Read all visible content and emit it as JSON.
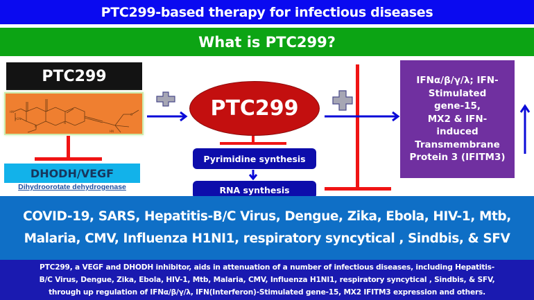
{
  "header": {
    "title": "PTC299-based therapy for infectious diseases",
    "subtitle": "What is PTC299?"
  },
  "colors": {
    "title_bg": "#0a0af0",
    "subtitle_bg": "#0ca414",
    "drug_label_bg": "#131313",
    "structure_bg": "#ef7f30",
    "inhibition_red": "#f01414",
    "target_bg": "#12b2ea",
    "ellipse_bg": "#c30f0f",
    "pathway_box_bg": "#0d0dab",
    "arrow_blue": "#0a0ad8",
    "ifn_box_bg": "#7030a0",
    "diseases_bg": "#0f6fc6",
    "summary_bg": "#1a1ab0",
    "plus_fill": "#a6a6b4"
  },
  "diagram": {
    "drug_label": "PTC299",
    "structure_icon": "chemical-structure-icon",
    "target_label": "DHODH/VEGF",
    "target_full_name": "Dihydroorotate dehydrogenase",
    "central_node": "PTC299",
    "plus_icon": "plus-icon",
    "pathway": [
      {
        "label": "Pyrimidine synthesis"
      },
      {
        "label": "RNA synthesis"
      }
    ],
    "outcome_lines": [
      "IFNα/β/γ/λ; IFN-",
      "Stimulated",
      "gene-15,",
      "MX2 & IFN-",
      "induced",
      "Transmembrane",
      "Protein 3 (IFITM3)"
    ],
    "outcome_trend_icon": "up-arrow-icon"
  },
  "diseases": {
    "lines": [
      "COVID-19, SARS, Hepatitis-B/C Virus, Dengue, Zika, Ebola, HIV-1, Mtb,",
      "Malaria, CMV, Influenza H1NI1,  respiratory syncytical , Sindbis, & SFV"
    ]
  },
  "summary": {
    "lines": [
      "PTC299, a VEGF and DHODH inhibitor, aids in attenuation of a number of infectious diseases, including Hepatitis-",
      "B/C Virus, Dengue, Zika, Ebola, HIV-1, Mtb, Malaria, CMV, Influenza H1NI1,  respiratory syncytical , Sindbis, & SFV,",
      "through up regulation of IFNα/β/γ/λ, IFN(Interferon)-Stimulated gene-15, MX2  IFITM3 expression and others."
    ]
  }
}
